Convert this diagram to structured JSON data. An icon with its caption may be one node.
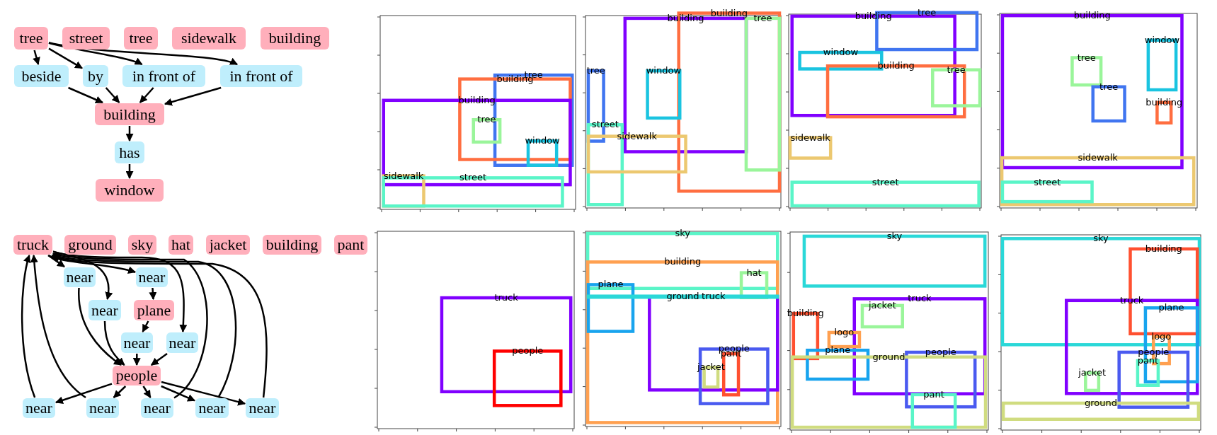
{
  "diagram": {
    "nodes": [
      {
        "text": [
          "tree"
        ]
      },
      {
        "text": [
          "street"
        ]
      },
      {
        "text": [
          "tree"
        ]
      },
      {
        "text": [
          "sidewalk"
        ]
      },
      {
        "text": [
          "building"
        ]
      },
      {
        "text": [
          "beside"
        ]
      },
      {
        "text": [
          "by"
        ]
      },
      {
        "text": [
          "in front of"
        ]
      },
      {
        "text": [
          "in front of"
        ]
      },
      {
        "text": [
          "building"
        ]
      },
      {
        "text": [
          "has"
        ]
      },
      {
        "text": [
          "window"
        ]
      },
      {
        "text": [
          "truck"
        ]
      },
      {
        "text": [
          "ground"
        ]
      },
      {
        "text": [
          "sky"
        ]
      },
      {
        "text": [
          "hat"
        ]
      },
      {
        "text": [
          "jacket"
        ]
      },
      {
        "text": [
          "building"
        ]
      },
      {
        "text": [
          "pant"
        ]
      },
      {
        "text": [
          "near"
        ]
      },
      {
        "text": [
          "near"
        ]
      },
      {
        "text": [
          "near"
        ]
      },
      {
        "text": [
          "plane"
        ]
      },
      {
        "text": [
          "near"
        ]
      },
      {
        "text": [
          "near"
        ]
      },
      {
        "text": [
          "people"
        ]
      },
      {
        "text": [
          "near"
        ]
      },
      {
        "text": [
          "near"
        ]
      },
      {
        "text": [
          "near"
        ]
      },
      {
        "text": [
          "near"
        ]
      },
      {
        "text": [
          "near"
        ]
      }
    ],
    "edges": [
      {
        "from": 0,
        "to": 5,
        "arrow": "to"
      },
      {
        "from": 0,
        "to": 6,
        "arrow": "to"
      },
      {
        "from": 0,
        "to": 7,
        "arrow": "to"
      },
      {
        "from": 0,
        "to": 8,
        "arrow": "to"
      },
      {
        "from": 5,
        "to": 9,
        "arrow": "to"
      },
      {
        "from": 6,
        "to": 9,
        "arrow": "to"
      },
      {
        "from": 7,
        "to": 9,
        "arrow": "to"
      },
      {
        "from": 8,
        "to": 9,
        "arrow": "to"
      },
      {
        "from": 9,
        "to": 10,
        "arrow": "to"
      },
      {
        "from": 10,
        "to": 11,
        "arrow": "to"
      },
      {
        "from": 12,
        "to": 19,
        "arrow": "to"
      },
      {
        "from": 12,
        "to": 20,
        "arrow": "to"
      },
      {
        "from": 12,
        "to": 21,
        "arrow": "to"
      },
      {
        "from": 12,
        "to": 24,
        "arrow": "to"
      },
      {
        "from": 19,
        "to": 25,
        "arrow": "to"
      },
      {
        "from": 21,
        "to": 25,
        "arrow": "to"
      },
      {
        "from": 20,
        "to": 22,
        "arrow": "to"
      },
      {
        "from": 22,
        "to": 23,
        "arrow": "to"
      },
      {
        "from": 23,
        "to": 25,
        "arrow": "to"
      },
      {
        "from": 24,
        "to": 25,
        "arrow": "to"
      },
      {
        "from": 25,
        "to": 26,
        "arrow": "to"
      },
      {
        "from": 25,
        "to": 27,
        "arrow": "to"
      },
      {
        "from": 25,
        "to": 28,
        "arrow": "to"
      },
      {
        "from": 25,
        "to": 29,
        "arrow": "to"
      },
      {
        "from": 25,
        "to": 30,
        "arrow": "to"
      },
      {
        "from": 26,
        "to": 12,
        "arrow": "to"
      },
      {
        "from": 27,
        "to": 12,
        "arrow": "to"
      },
      {
        "from": 28,
        "to": 12,
        "arrow": "to"
      },
      {
        "from": 29,
        "to": 12,
        "arrow": "to"
      },
      {
        "from": 30,
        "to": 12,
        "arrow": "to"
      }
    ],
    "labels": [
      "tree",
      "building",
      "building",
      "tree",
      "window",
      "sidewalk",
      "street",
      "building",
      "building",
      "tree",
      "tree",
      "window",
      "street",
      "sidewalk",
      "building",
      "tree",
      "window",
      "building",
      "tree",
      "sidewalk",
      "street",
      "building",
      "window",
      "tree",
      "tree",
      "building",
      "sidewalk",
      "street",
      "truck",
      "people",
      "sky",
      "building",
      "hat",
      "plane",
      "truck",
      "ground",
      "people",
      "pant",
      "jacket",
      "sky",
      "truck",
      "jacket",
      "building",
      "logo",
      "plane",
      "people",
      "ground",
      "pant",
      "sky",
      "building",
      "truck",
      "plane",
      "logo",
      "people",
      "pant",
      "jacket",
      "ground"
    ]
  }
}
